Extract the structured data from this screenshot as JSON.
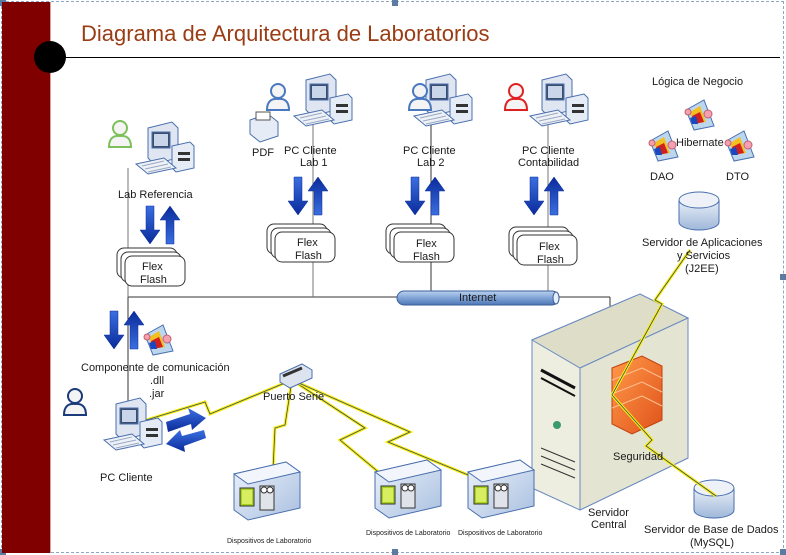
{
  "slide": {
    "title": "Diagrama de Arquitectura de Laboratorios",
    "accent_color": "#800000",
    "title_color": "#9a3c14"
  },
  "clients": [
    {
      "name": "Lab Referencia",
      "user_color": "#7dc05a",
      "middleware": [
        "Flex",
        "Flash"
      ]
    },
    {
      "name": "PC Cliente\nLab 1",
      "line1": "PC Cliente",
      "line2": "Lab 1",
      "user_color": "#4a78c0",
      "middleware": [
        "Flex",
        "Flash"
      ],
      "extra": "PDF"
    },
    {
      "name": "PC Cliente\nLab 2",
      "line1": "PC Cliente",
      "line2": "Lab 2",
      "user_color": "#4a78c0",
      "middleware": [
        "Flex",
        "Flash"
      ]
    },
    {
      "name": "PC Cliente\nContabilidad",
      "line1": "PC Cliente",
      "line2": "Contabilidad",
      "user_color": "#e02020",
      "middleware": [
        "Flex",
        "Flash"
      ]
    }
  ],
  "network": {
    "internet_label": "Internet"
  },
  "business_logic": {
    "title": "Lógica de Negocio",
    "center": "Hibernate",
    "left": "DAO",
    "right": "DTO"
  },
  "app_server": {
    "line1": "Servidor de Aplicaciones",
    "line2": "y Servicios",
    "line3": "(J2EE)"
  },
  "central_server": {
    "line1": "Servidor",
    "line2": "Central",
    "security_label": "Seguridad"
  },
  "db_server": {
    "line1": "Servidor de Base de Dados",
    "line2": "(MySQL)"
  },
  "local_client": {
    "component_line1": "Componente de comunicación",
    "component_line2": ".dll",
    "component_line3": ".jar",
    "name": "PC Cliente",
    "hub_label": "Puerto Serie"
  },
  "devices": [
    {
      "label": "Dispositivos de Laboratorio"
    },
    {
      "label": "Dispositivos de Laboratorio"
    },
    {
      "label": "Dispositivos de Laboratorio"
    }
  ],
  "icons": {
    "user": "user-icon",
    "computer": "desktop-computer-icon",
    "printer": "printer-icon",
    "arrows": "bidirectional-arrows-icon",
    "component": "software-component-icon",
    "database": "database-cylinder-icon",
    "firewall": "firewall-icon",
    "server": "server-tower-icon",
    "hub": "serial-hub-icon",
    "device": "lab-device-icon",
    "lightning": "lightning-link-icon"
  }
}
